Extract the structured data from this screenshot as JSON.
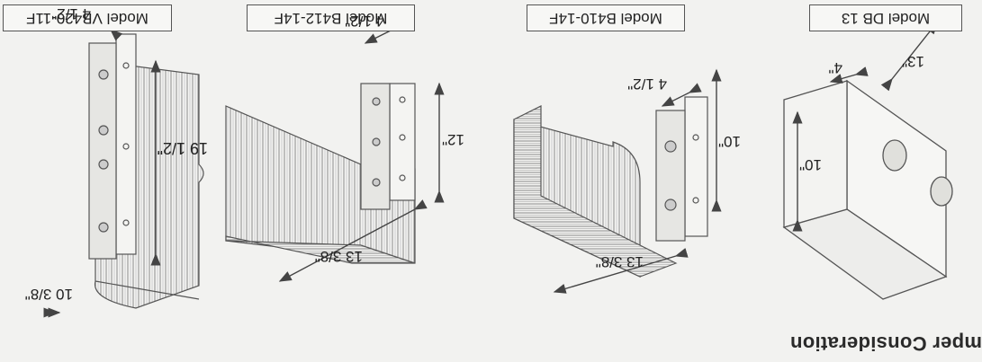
{
  "title": "mper Consideration",
  "models": [
    {
      "label": "Model DB 13",
      "dims": {
        "width": "13\"",
        "height": "10\"",
        "depth": "4\""
      }
    },
    {
      "label": "Model B410-14F",
      "dims": {
        "width": "13 3/8\"",
        "height": "10\"",
        "depth": "4 1/2\""
      }
    },
    {
      "label": "Model B412-14F",
      "dims": {
        "width": "13 3/8\"",
        "height": "12\"",
        "depth": "4 1/2\""
      }
    },
    {
      "label": "Model VB420-11F",
      "dims": {
        "width": "10 3/8\"",
        "height": "19 1/2\"",
        "depth": "4 1/2\""
      }
    }
  ]
}
